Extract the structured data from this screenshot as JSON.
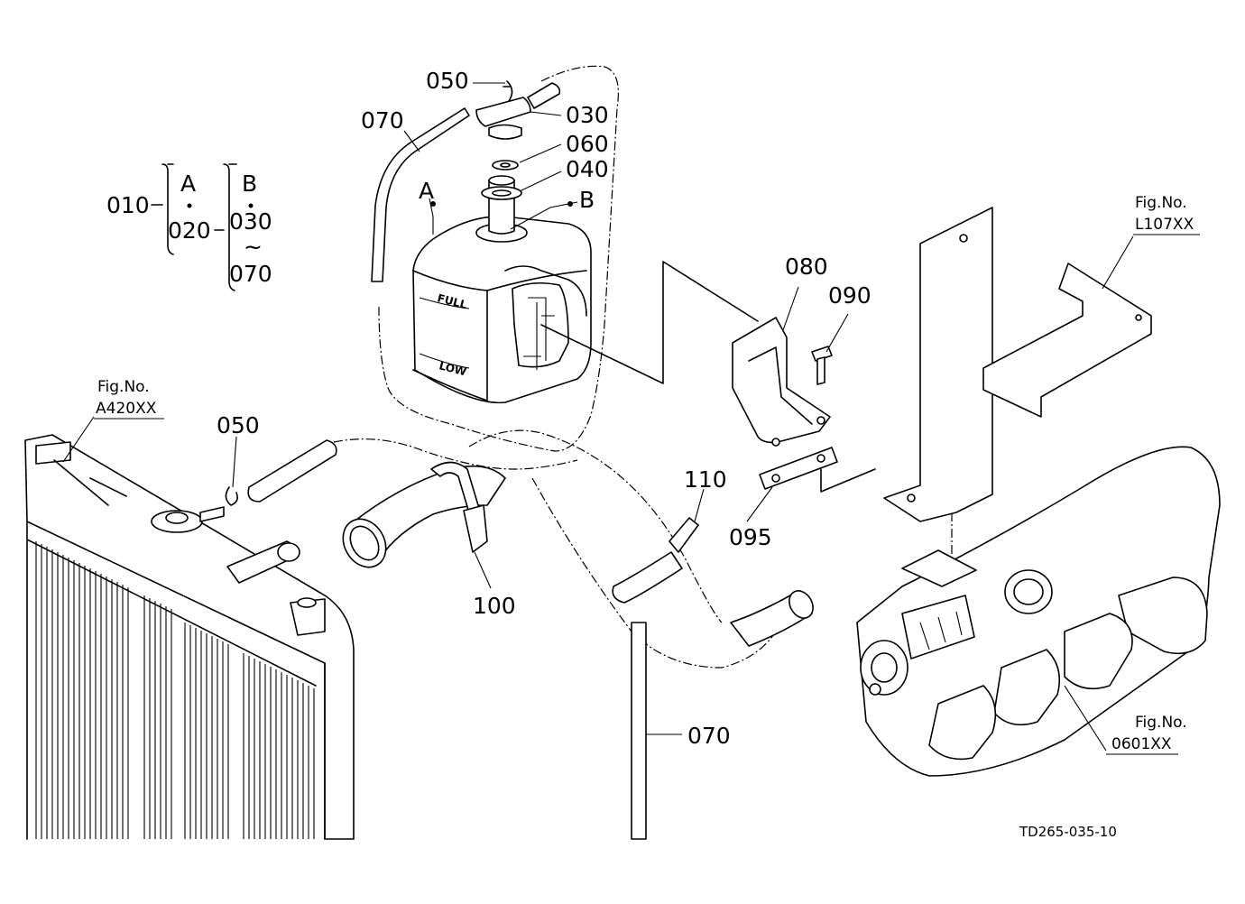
{
  "diagram_id": "TD265-035-10",
  "tank_markings": {
    "full": "FULL",
    "low": "LOW"
  },
  "tree": {
    "root": "010",
    "a_label": "A",
    "a_child": "020",
    "b_label": "B",
    "b_from": "030",
    "tilde": "~",
    "b_to": "070"
  },
  "callouts": [
    {
      "id": "050",
      "name": "part-050-top"
    },
    {
      "id": "030",
      "name": "part-030"
    },
    {
      "id": "070",
      "name": "part-070-top"
    },
    {
      "id": "060",
      "name": "part-060"
    },
    {
      "id": "040",
      "name": "part-040"
    },
    {
      "id": "A",
      "name": "assembly-a-marker"
    },
    {
      "id": "B",
      "name": "assembly-b-marker"
    },
    {
      "id": "080",
      "name": "part-080"
    },
    {
      "id": "090",
      "name": "part-090"
    },
    {
      "id": "050",
      "name": "part-050-left"
    },
    {
      "id": "110",
      "name": "part-110"
    },
    {
      "id": "095",
      "name": "part-095"
    },
    {
      "id": "100",
      "name": "part-100"
    },
    {
      "id": "070",
      "name": "part-070-bottom"
    }
  ],
  "figure_refs": [
    {
      "title": "Fig.No.",
      "code": "L107XX"
    },
    {
      "title": "Fig.No.",
      "code": "A420XX"
    },
    {
      "title": "Fig.No.",
      "code": "0601XX"
    }
  ]
}
